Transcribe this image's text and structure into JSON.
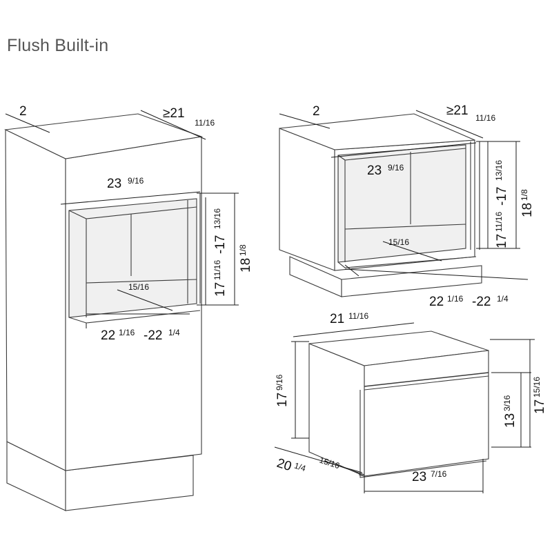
{
  "title": "Flush Built-in",
  "dims": {
    "tall_depth_gap": "2",
    "tall_depth": "≥21",
    "tall_depth_frac": "11/16",
    "tall_width": "23",
    "tall_width_frac": "9/16",
    "tall_height_range_a": "17",
    "tall_height_range_a_frac": "11/16",
    "tall_height_range_b": "-17",
    "tall_height_range_b_frac": "13/16",
    "tall_height": "18",
    "tall_height_frac": "1/8",
    "tall_setback_frac": "15/16",
    "tall_inner_depth_a": "22",
    "tall_inner_depth_a_frac": "1/16",
    "tall_inner_depth_b": "-22",
    "tall_inner_depth_b_frac": "1/4",
    "base_depth_gap": "2",
    "base_depth": "≥21",
    "base_depth_frac": "11/16",
    "base_width": "23",
    "base_width_frac": "9/16",
    "base_height_range_a": "17",
    "base_height_range_a_frac": "11/16",
    "base_height_range_b": "-17",
    "base_height_range_b_frac": "13/16",
    "base_height": "18",
    "base_height_frac": "1/8",
    "base_setback_frac": "15/16",
    "base_inner_depth_a": "22",
    "base_inner_depth_a_frac": "1/16",
    "base_inner_depth_b": "-22",
    "base_inner_depth_b_frac": "1/4",
    "oven_top_depth": "21",
    "oven_top_depth_frac": "11/16",
    "oven_body_height": "17",
    "oven_body_height_frac": "9/16",
    "oven_door_height": "13",
    "oven_door_height_frac": "3/16",
    "oven_total_height": "17",
    "oven_total_height_frac": "15/16",
    "oven_depth": "20",
    "oven_depth_frac": "1/4",
    "oven_door_thickness_frac": "15/16",
    "oven_width": "23",
    "oven_width_frac": "7/16"
  }
}
